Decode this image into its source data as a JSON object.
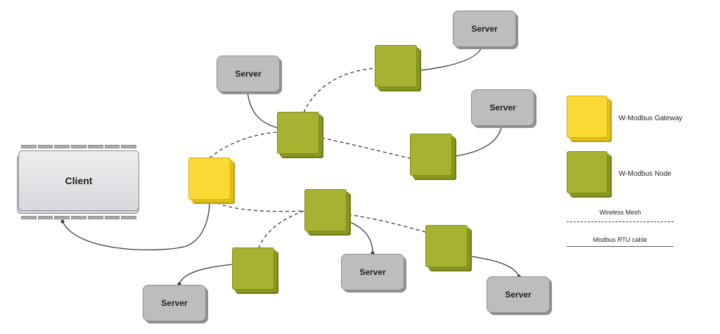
{
  "client": {
    "label": "Client"
  },
  "servers": [
    {
      "id": "s1",
      "label": "Server"
    },
    {
      "id": "s2",
      "label": "Server"
    },
    {
      "id": "s3",
      "label": "Server"
    },
    {
      "id": "s4",
      "label": "Server"
    },
    {
      "id": "s5",
      "label": "Server"
    },
    {
      "id": "s6",
      "label": "Server"
    }
  ],
  "legend": {
    "gateway_label": "W-Modbus Gateway",
    "node_label": "W-Modbus Node",
    "wireless_label": "Wireless Mesh",
    "cable_label": "Modbus RTU cable",
    "colors": {
      "gateway": "#fbd934",
      "node": "#a7b330"
    }
  }
}
